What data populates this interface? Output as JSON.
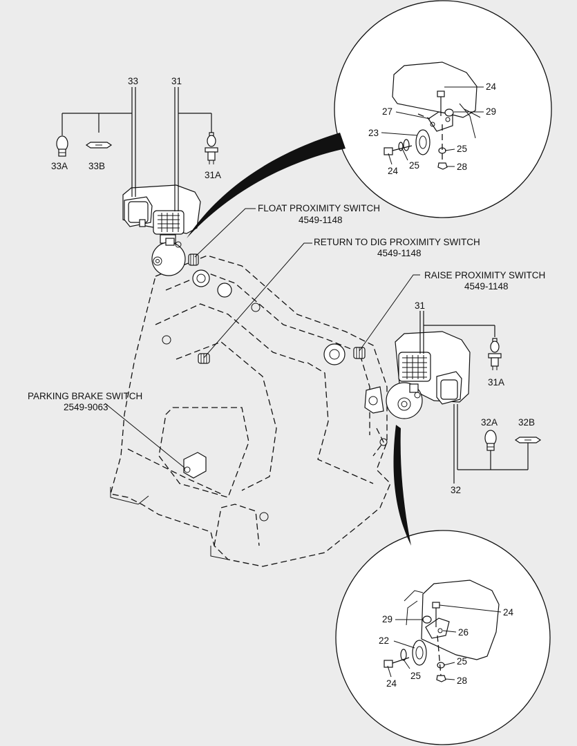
{
  "labels": {
    "float_switch": {
      "name": "FLOAT PROXIMITY SWITCH",
      "part": "4549-1148"
    },
    "return_switch": {
      "name": "RETURN TO DIG PROXIMITY SWITCH",
      "part": "4549-1148"
    },
    "raise_switch": {
      "name": "RAISE PROXIMITY SWITCH",
      "part": "4549-1148"
    },
    "brake_switch": {
      "name": "PARKING BRAKE SWITCH",
      "part": "2549-9063"
    }
  },
  "callouts": {
    "n33": "33",
    "n31": "31",
    "n33a": "33A",
    "n33b": "33B",
    "n31a": "31A",
    "n31_right": "31",
    "n31a_right": "31A",
    "n32a": "32A",
    "n32b": "32B",
    "n32": "32",
    "top_detail": {
      "n24a": "24",
      "n27": "27",
      "n29": "29",
      "n23": "23",
      "n25a": "25",
      "n25b": "25",
      "n24b": "24",
      "n28": "28"
    },
    "bottom_detail": {
      "n29": "29",
      "n24a": "24",
      "n26": "26",
      "n22": "22",
      "n25a": "25",
      "n25b": "25",
      "n24b": "24",
      "n28": "28"
    }
  }
}
